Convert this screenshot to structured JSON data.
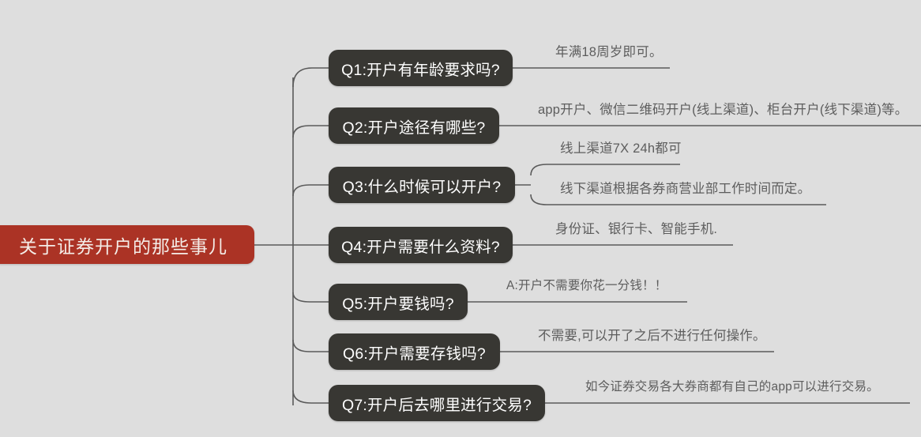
{
  "meta": {
    "background_color": "#dedede",
    "root_color": "#ab3325",
    "node_color": "#383733",
    "node_text_color": "#ffffff",
    "answer_text_color": "#5d5d5d",
    "connector_color": "#5a5a5a"
  },
  "root": {
    "label": "关于证券开户的那些事儿"
  },
  "branches": [
    {
      "id": "q1",
      "question": "Q1:开户有年龄要求吗?",
      "answers": [
        "年满18周岁即可。"
      ]
    },
    {
      "id": "q2",
      "question": "Q2:开户途径有哪些?",
      "answers": [
        "app开户、微信二维码开户(线上渠道)、柜台开户(线下渠道)等。"
      ]
    },
    {
      "id": "q3",
      "question": "Q3:什么时候可以开户?",
      "answers": [
        "线上渠道7X 24h都可",
        "线下渠道根据各券商营业部工作时间而定。"
      ]
    },
    {
      "id": "q4",
      "question": "Q4:开户需要什么资料?",
      "answers": [
        "身份证、银行卡、智能手机."
      ]
    },
    {
      "id": "q5",
      "question": "Q5:开户要钱吗?",
      "answers": [
        "A:开户不需要你花一分钱！！"
      ]
    },
    {
      "id": "q6",
      "question": "Q6:开户需要存钱吗?",
      "answers": [
        "不需要,可以开了之后不进行任何操作。"
      ]
    },
    {
      "id": "q7",
      "question": "Q7:开户后去哪里进行交易?",
      "answers": [
        "如今证券交易各大券商都有自己的app可以进行交易。"
      ]
    }
  ]
}
